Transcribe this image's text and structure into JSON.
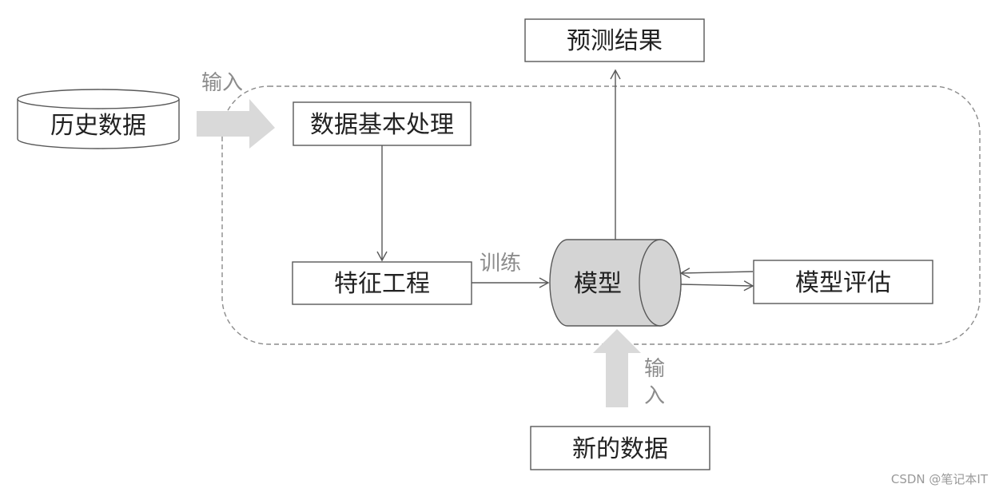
{
  "nodes": {
    "history_data": "历史数据",
    "basic_processing": "数据基本处理",
    "feature_engineering": "特征工程",
    "model": "模型",
    "model_evaluation": "模型评估",
    "prediction_result": "预测结果",
    "new_data": "新的数据"
  },
  "labels": {
    "input_top": "输入",
    "train": "训练",
    "input_bottom_1": "输",
    "input_bottom_2": "入"
  },
  "watermark": "CSDN @笔记本IT",
  "colors": {
    "big_arrow": "#d9d9d9",
    "model_fill": "#d4d4d4",
    "stroke": "#595959",
    "dashed_border": "#8c8c8c",
    "label_gray": "#8c8c8c"
  }
}
